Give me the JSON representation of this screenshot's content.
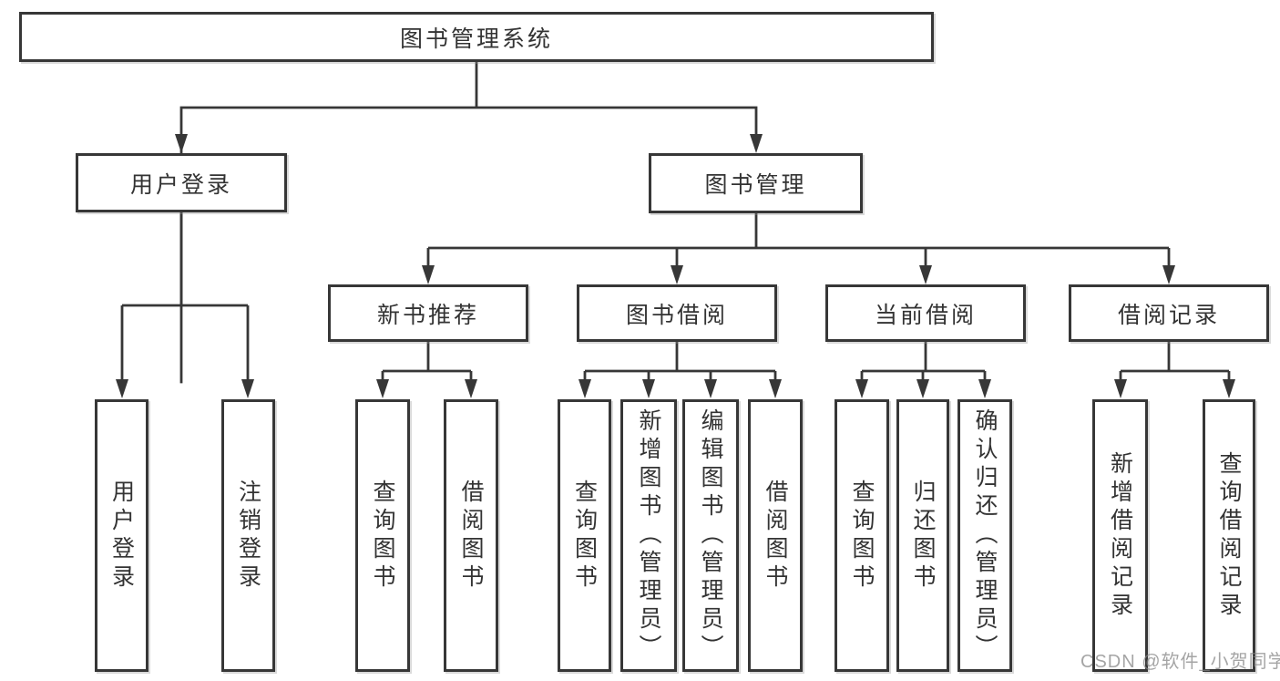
{
  "diagram": {
    "type": "hierarchy-tree",
    "nodes": {
      "root": {
        "label": "图书管理系统"
      },
      "l2": [
        {
          "label": "用户登录"
        },
        {
          "label": "图书管理"
        }
      ],
      "l3": [
        {
          "label": "新书推荐"
        },
        {
          "label": "图书借阅"
        },
        {
          "label": "当前借阅"
        },
        {
          "label": "借阅记录"
        }
      ],
      "l4": {
        "user_login": [
          {
            "label": "用户登录"
          },
          {
            "label": "注销登录"
          }
        ],
        "new_books": [
          {
            "label": "查询图书"
          },
          {
            "label": "借阅图书"
          }
        ],
        "book_borrow": [
          {
            "label": "查询图书"
          },
          {
            "label": "新增图书（管理员）"
          },
          {
            "label": "编辑图书（管理员）"
          },
          {
            "label": "借阅图书"
          }
        ],
        "current_borrow": [
          {
            "label": "查询图书"
          },
          {
            "label": "归还图书"
          },
          {
            "label": "确认归还（管理员）"
          }
        ],
        "borrow_records": [
          {
            "label": "新增借阅记录"
          },
          {
            "label": "查询借阅记录"
          }
        ]
      }
    },
    "edges": [
      "图书管理系统→用户登录",
      "图书管理系统→图书管理",
      "用户登录→用户登录",
      "用户登录→注销登录",
      "图书管理→新书推荐",
      "图书管理→图书借阅",
      "图书管理→当前借阅",
      "图书管理→借阅记录",
      "新书推荐→查询图书",
      "新书推荐→借阅图书",
      "图书借阅→查询图书",
      "图书借阅→新增图书（管理员）",
      "图书借阅→编辑图书（管理员）",
      "图书借阅→借阅图书",
      "当前借阅→查询图书",
      "当前借阅→归还图书",
      "当前借阅→确认归还（管理员）",
      "借阅记录→新增借阅记录",
      "借阅记录→查询借阅记录"
    ]
  },
  "watermark": {
    "text": "CSDN @软件_小贺同学"
  },
  "colors": {
    "line": "#373737",
    "box_border": "#373737",
    "box_fill": "#ffffff",
    "text": "#333333",
    "watermark": "#828282",
    "background": "#ffffff"
  }
}
